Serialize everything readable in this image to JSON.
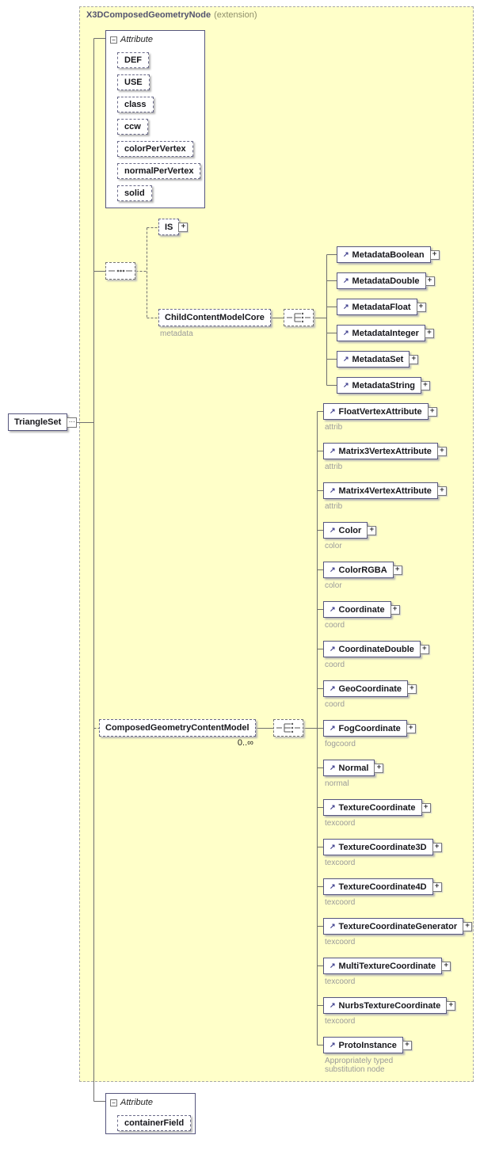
{
  "header": {
    "name": "X3DComposedGeometryNode",
    "suffix": "(extension)"
  },
  "icons": {
    "plus": "+",
    "minus": "−",
    "toggle": "⋯",
    "ref_arrow": "↗"
  },
  "root": {
    "name": "TriangleSet"
  },
  "top_attribute_group": {
    "title": "Attribute",
    "items": [
      "DEF",
      "USE",
      "class",
      "ccw",
      "colorPerVertex",
      "normalPerVertex",
      "solid"
    ]
  },
  "is_node": {
    "name": "IS"
  },
  "child_content_model": {
    "name": "ChildContentModelCore",
    "annotation": "metadata"
  },
  "metadata_nodes": [
    {
      "name": "MetadataBoolean"
    },
    {
      "name": "MetadataDouble"
    },
    {
      "name": "MetadataFloat"
    },
    {
      "name": "MetadataInteger"
    },
    {
      "name": "MetadataSet"
    },
    {
      "name": "MetadataString"
    }
  ],
  "composed_content_model": {
    "name": "ComposedGeometryContentModel",
    "occurrence": "0..∞"
  },
  "geometry_nodes": [
    {
      "name": "FloatVertexAttribute",
      "annotation": "attrib"
    },
    {
      "name": "Matrix3VertexAttribute",
      "annotation": "attrib"
    },
    {
      "name": "Matrix4VertexAttribute",
      "annotation": "attrib"
    },
    {
      "name": "Color",
      "annotation": "color"
    },
    {
      "name": "ColorRGBA",
      "annotation": "color"
    },
    {
      "name": "Coordinate",
      "annotation": "coord"
    },
    {
      "name": "CoordinateDouble",
      "annotation": "coord"
    },
    {
      "name": "GeoCoordinate",
      "annotation": "coord"
    },
    {
      "name": "FogCoordinate",
      "annotation": "fogcoord"
    },
    {
      "name": "Normal",
      "annotation": "normal"
    },
    {
      "name": "TextureCoordinate",
      "annotation": "texcoord"
    },
    {
      "name": "TextureCoordinate3D",
      "annotation": "texcoord"
    },
    {
      "name": "TextureCoordinate4D",
      "annotation": "texcoord"
    },
    {
      "name": "TextureCoordinateGenerator",
      "annotation": "texcoord"
    },
    {
      "name": "MultiTextureCoordinate",
      "annotation": "texcoord"
    },
    {
      "name": "NurbsTextureCoordinate",
      "annotation": "texcoord"
    },
    {
      "name": "ProtoInstance",
      "annotation": "Appropriately typed\nsubstitution node"
    }
  ],
  "bottom_attribute_group": {
    "title": "Attribute",
    "items": [
      "containerField"
    ]
  },
  "colors": {
    "container_fill": "#FFFFC9",
    "annotation_text": "#9a9a9a",
    "box_border": "#56567e"
  }
}
